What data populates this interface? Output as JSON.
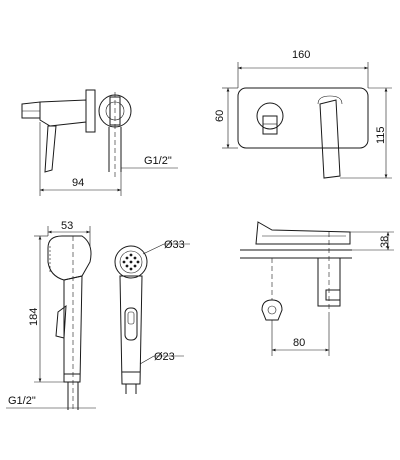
{
  "views": {
    "top_left_side": {
      "width": "94",
      "thread": "G1/2\""
    },
    "top_right_front": {
      "width": "160",
      "inner_height": "60",
      "height": "115"
    },
    "bottom_left_sprayer": {
      "head_width": "53",
      "length": "184",
      "thread": "G1/2\""
    },
    "bottom_middle_sprayer": {
      "head_diameter": "Ø33",
      "tail_diameter": "Ø23"
    },
    "bottom_right_top": {
      "depth": "38",
      "offset": "80"
    }
  }
}
